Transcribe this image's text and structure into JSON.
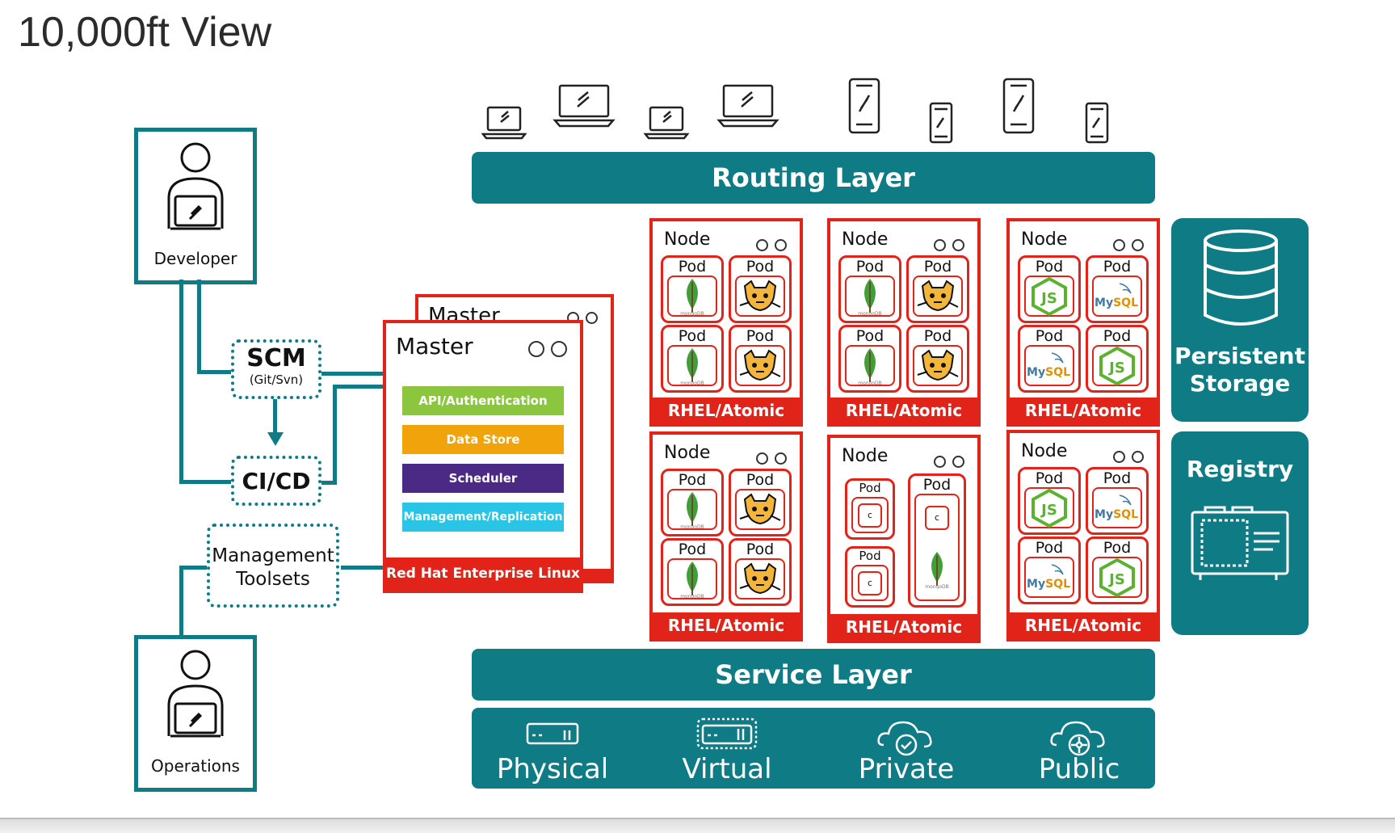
{
  "title": "10,000ft View",
  "routing_layer": "Routing Layer",
  "service_layer": "Service Layer",
  "infrastructure": [
    "Physical",
    "Virtual",
    "Private",
    "Public"
  ],
  "developer": "Developer",
  "operations": "Operations",
  "scm": {
    "title": "SCM",
    "subtitle": "(Git/Svn)"
  },
  "cicd": "CI/CD",
  "management_toolsets": {
    "line1": "Management",
    "line2": "Toolsets"
  },
  "master": {
    "back_title": "Master",
    "title": "Master",
    "components": [
      {
        "label": "API/Authentication",
        "color": "#8cc63f"
      },
      {
        "label": "Data Store",
        "color": "#f0a30a"
      },
      {
        "label": "Scheduler",
        "color": "#4b2a85"
      },
      {
        "label": "Management/Replication",
        "color": "#29c4e6"
      }
    ],
    "footer": "Red Hat Enterprise Linux"
  },
  "node": {
    "title": "Node",
    "pod": "Pod",
    "footer": "RHEL/Atomic"
  },
  "persistent_storage": {
    "line1": "Persistent",
    "line2": "Storage"
  },
  "registry": "Registry",
  "icon_labels": {
    "mongodb": "mongoDB",
    "mysql": "MySQL",
    "container": "c"
  },
  "colors": {
    "teal": "#0e7b85",
    "red": "#e2231a"
  }
}
